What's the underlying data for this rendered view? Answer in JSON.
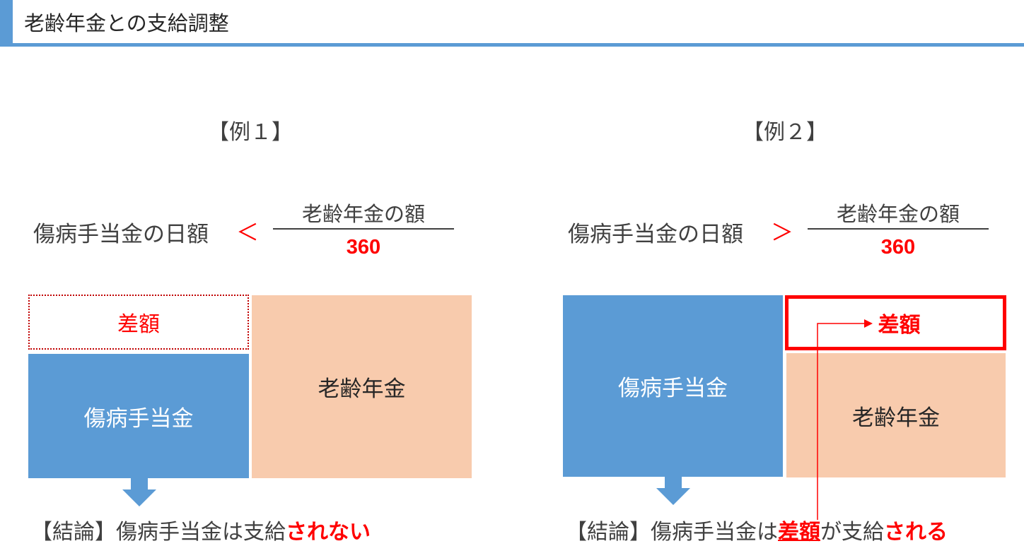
{
  "header": {
    "title": "老齢年金との支給調整",
    "accent_color": "#5b9bd5"
  },
  "example1": {
    "title": "【例１】",
    "formula": {
      "left": "傷病手当金の日額",
      "operator": "＜",
      "numerator": "老齢年金の額",
      "denominator": "360"
    },
    "boxes": {
      "difference": "差額",
      "sickness_allowance": "傷病手当金",
      "old_age_pension": "老齢年金"
    },
    "conclusion": {
      "prefix": "【結論】傷病手当金は支給",
      "emphasis": "されない"
    }
  },
  "example2": {
    "title": "【例２】",
    "formula": {
      "left": "傷病手当金の日額",
      "operator": "＞",
      "numerator": "老齢年金の額",
      "denominator": "360"
    },
    "boxes": {
      "difference": "差額",
      "sickness_allowance": "傷病手当金",
      "old_age_pension": "老齢年金"
    },
    "conclusion": {
      "prefix": "【結論】傷病手当金は",
      "difference": "差額",
      "middle": "が支給",
      "emphasis": "される"
    }
  },
  "colors": {
    "blue": "#5b9bd5",
    "peach": "#f8cbad",
    "red": "#ff0000"
  }
}
